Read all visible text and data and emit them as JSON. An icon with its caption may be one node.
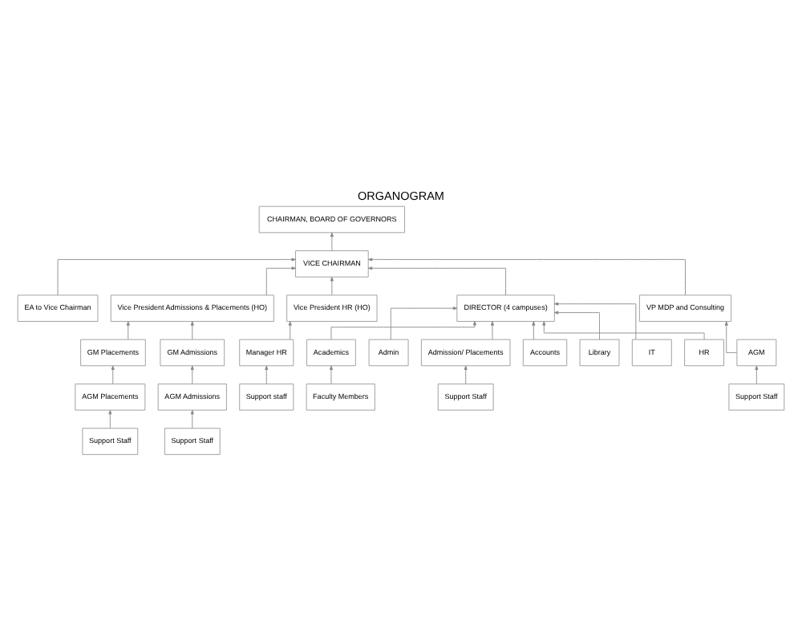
{
  "diagram": {
    "title": "ORGANOGRAM",
    "nodes": [
      {
        "text": [
          "CHAIRMAN, BOARD OF GOVERNORS"
        ]
      },
      {
        "text": [
          "VICE CHAIRMAN"
        ]
      },
      {
        "text": [
          "EA to Vice Chairman"
        ]
      },
      {
        "text": [
          "Vice President Admissions & Placements (HO)"
        ]
      },
      {
        "text": [
          "Vice President HR (HO)"
        ]
      },
      {
        "text": [
          "DIRECTOR (4 campuses)"
        ]
      },
      {
        "text": [
          "GM Placements"
        ]
      },
      {
        "text": [
          "GM Admissions"
        ]
      },
      {
        "text": [
          "Manager HR"
        ]
      },
      {
        "text": [
          "Support staff"
        ]
      },
      {
        "text": [
          "Academics"
        ]
      },
      {
        "text": [
          "Admin"
        ]
      },
      {
        "text": [
          "Admission/ Placements"
        ]
      },
      {
        "text": [
          "AGM Placements"
        ]
      },
      {
        "text": [
          "AGM Admissions"
        ]
      },
      {
        "text": [
          "Faculty Members"
        ]
      },
      {
        "text": [
          "Accounts"
        ]
      },
      {
        "text": [
          "Support Staff"
        ]
      },
      {
        "text": [
          "Library"
        ]
      },
      {
        "text": [
          "IT"
        ]
      },
      {
        "text": [
          "HR"
        ]
      },
      {
        "text": [
          "Support Staff"
        ]
      },
      {
        "text": [
          "Support Staff"
        ]
      },
      {
        "text": [
          "VP MDP and Consulting"
        ]
      },
      {
        "text": [
          "AGM"
        ]
      },
      {
        "text": [
          "Support Staff"
        ]
      }
    ],
    "edges": [
      {
        "from": 1,
        "to": 0,
        "arrow": "to"
      },
      {
        "from": 2,
        "to": 1,
        "arrow": "to"
      },
      {
        "from": 5,
        "to": 1,
        "arrow": "to"
      },
      {
        "from": 3,
        "to": 1,
        "arrow": "to"
      },
      {
        "from": 4,
        "to": 1,
        "arrow": "to"
      },
      {
        "from": 23,
        "to": 1,
        "arrow": "to"
      },
      {
        "from": 6,
        "to": 3,
        "arrow": "to"
      },
      {
        "from": 7,
        "to": 3,
        "arrow": "to"
      },
      {
        "from": 8,
        "to": 4,
        "arrow": "to"
      },
      {
        "from": 9,
        "to": 8,
        "arrow": "to"
      },
      {
        "from": 10,
        "to": 5,
        "arrow": "to"
      },
      {
        "from": 11,
        "to": 5,
        "arrow": "to"
      },
      {
        "from": 16,
        "to": 5,
        "arrow": "to"
      },
      {
        "from": 18,
        "to": 5,
        "arrow": "to"
      },
      {
        "from": 19,
        "to": 5,
        "arrow": "to"
      },
      {
        "from": 20,
        "to": 5,
        "arrow": "to"
      },
      {
        "from": 12,
        "to": 5,
        "arrow": "to"
      },
      {
        "from": 15,
        "to": 10,
        "arrow": "to"
      },
      {
        "from": 17,
        "to": 12,
        "arrow": "to"
      },
      {
        "from": 13,
        "to": 6,
        "arrow": "to"
      },
      {
        "from": 14,
        "to": 7,
        "arrow": "to"
      },
      {
        "from": 21,
        "to": 13,
        "arrow": "to"
      },
      {
        "from": 22,
        "to": 14,
        "arrow": "to"
      },
      {
        "from": 24,
        "to": 23,
        "arrow": "to"
      },
      {
        "from": 25,
        "to": 24,
        "arrow": "to"
      }
    ]
  }
}
